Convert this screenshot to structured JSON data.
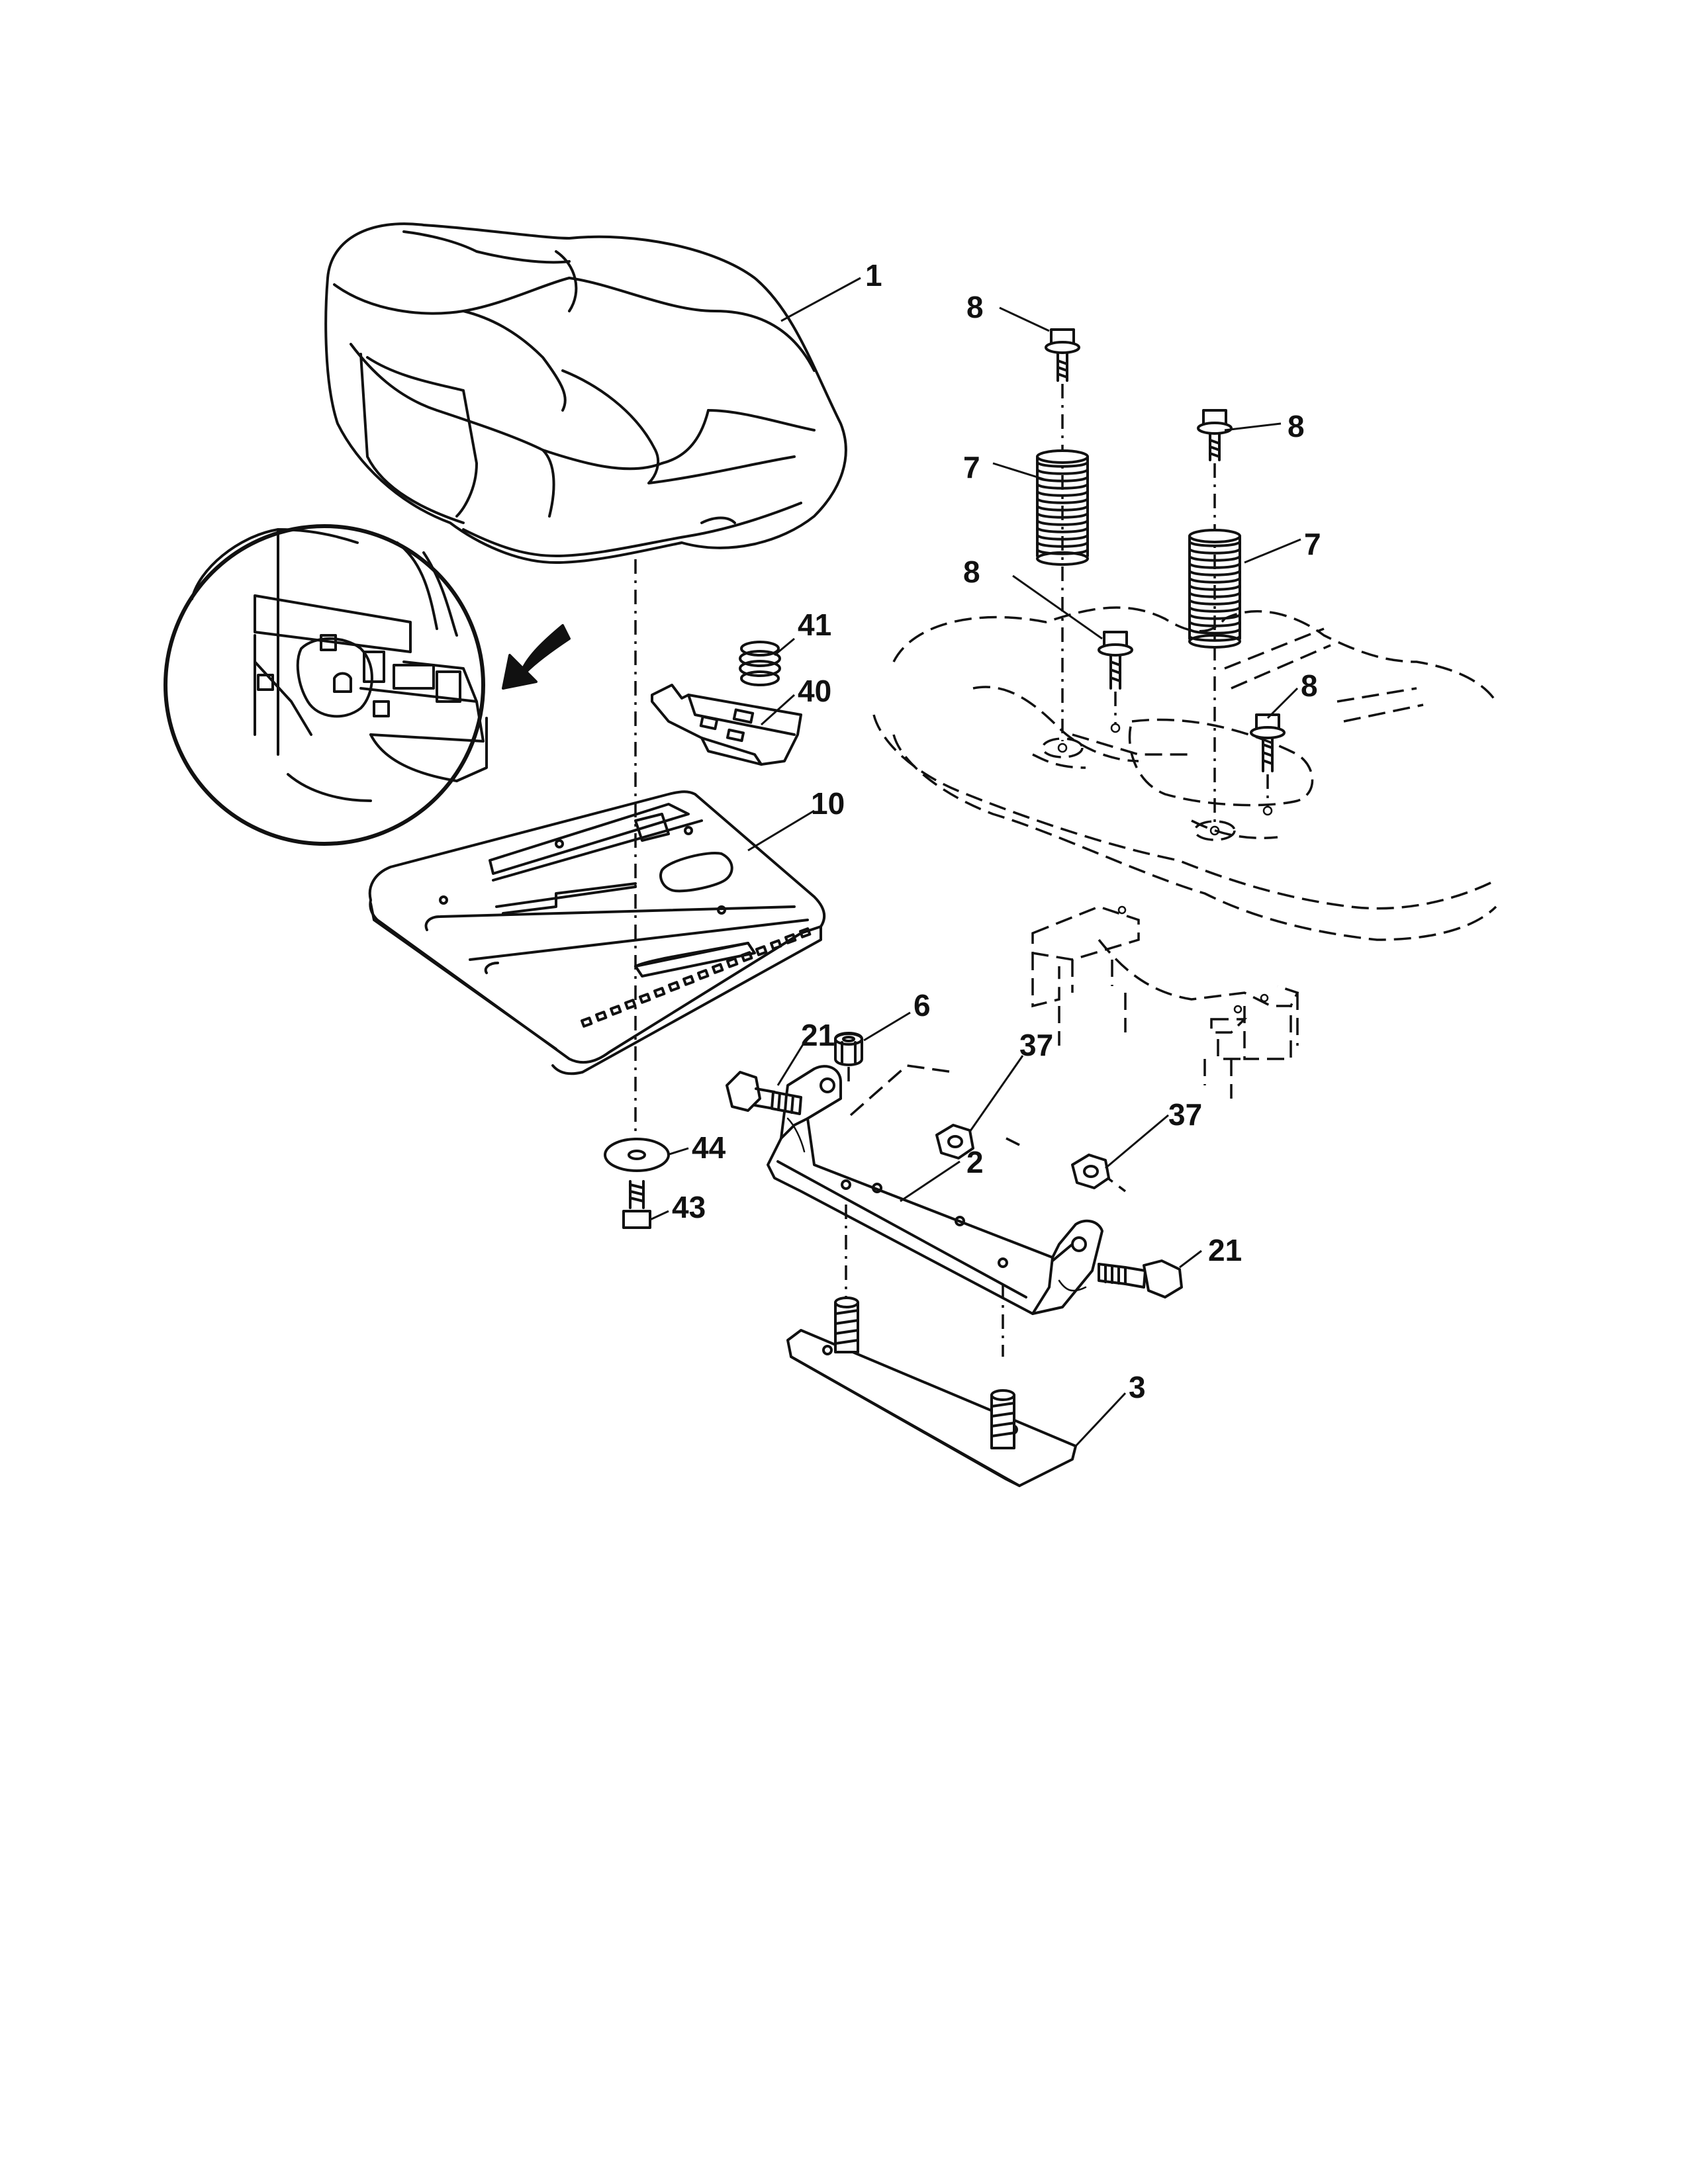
{
  "callouts": {
    "c1": "1",
    "c2": "2",
    "c3": "3",
    "c6": "6",
    "c7a": "7",
    "c7b": "7",
    "c8a": "8",
    "c8b": "8",
    "c8c": "8",
    "c8d": "8",
    "c10": "10",
    "c21a": "21",
    "c21b": "21",
    "c37a": "37",
    "c37b": "37",
    "c40": "40",
    "c41": "41",
    "c43": "43",
    "c44": "44"
  }
}
